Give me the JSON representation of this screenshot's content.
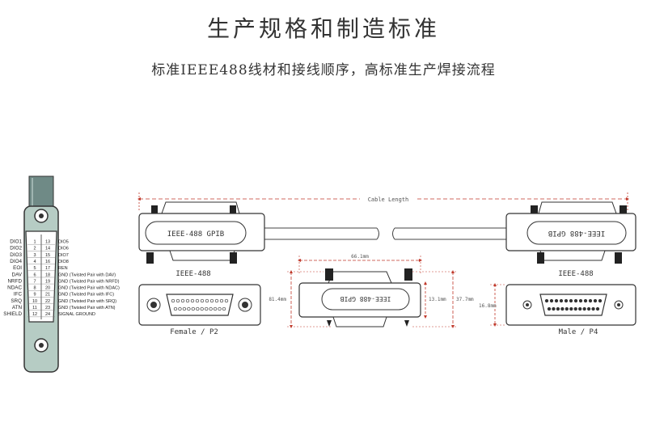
{
  "header": {
    "title": "生产规格和制造标准",
    "subtitle": "标准IEEE488线材和接线顺序，高标准生产焊接流程"
  },
  "pinout": {
    "rows": [
      {
        "left_label": "DIO1",
        "left_pin": "1",
        "right_pin": "13",
        "right_label": "DIO5"
      },
      {
        "left_label": "DIO2",
        "left_pin": "2",
        "right_pin": "14",
        "right_label": "DIO6"
      },
      {
        "left_label": "DIO3",
        "left_pin": "3",
        "right_pin": "15",
        "right_label": "DIO7"
      },
      {
        "left_label": "DIO4",
        "left_pin": "4",
        "right_pin": "16",
        "right_label": "DIO8"
      },
      {
        "left_label": "EOI",
        "left_pin": "5",
        "right_pin": "17",
        "right_label": "REN"
      },
      {
        "left_label": "DAV",
        "left_pin": "6",
        "right_pin": "18",
        "right_label": "GND (Twisted Pair with DAV)"
      },
      {
        "left_label": "NRFD",
        "left_pin": "7",
        "right_pin": "19",
        "right_label": "GND (Twisted Pair with NRFD)"
      },
      {
        "left_label": "NDAC",
        "left_pin": "8",
        "right_pin": "20",
        "right_label": "GND (Twisted Pair with NDAC)"
      },
      {
        "left_label": "IFC",
        "left_pin": "9",
        "right_pin": "21",
        "right_label": "GND (Twisted Pair with IFC)"
      },
      {
        "left_label": "SRQ",
        "left_pin": "10",
        "right_pin": "22",
        "right_label": "GND (Twisted Pair with SRQ)"
      },
      {
        "left_label": "ATN",
        "left_pin": "11",
        "right_pin": "23",
        "right_label": "GND (Twisted Pair with ATN)"
      },
      {
        "left_label": "SHIELD",
        "left_pin": "12",
        "right_pin": "24",
        "right_label": "SIGNAL GROUND"
      }
    ]
  },
  "cable": {
    "length_label": "Cable Length",
    "left_plug_text": "IEEE-488   GPIB",
    "right_plug_text": "IEEE-488   GPIB",
    "left_caption": "IEEE-488",
    "right_caption": "IEEE-488"
  },
  "views": {
    "female_caption": "Female / P2",
    "male_caption": "Male / P4",
    "front_plug_text": "IEEE-488   GPIB",
    "dim_width": "66.1mm",
    "dim_height_left": "81.4mm",
    "dim_height_inner": "13.1mm",
    "dim_height_right": "37.7mm",
    "dim_male_height": "16.8mm"
  }
}
